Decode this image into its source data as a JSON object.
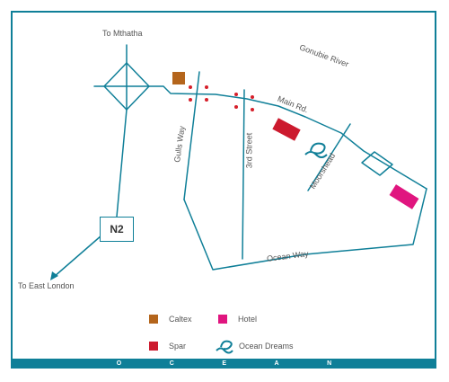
{
  "labels": {
    "to_mthatha": "To Mthatha",
    "to_east_london": "To East London",
    "gonubie_river": "Gonubie River",
    "main_rd": "Main Rd.",
    "gulls_way": "Gulls Way",
    "third_street": "3rd Street",
    "moorshead": "Moorshead",
    "ocean_way": "Ocean Way",
    "n2": "N2"
  },
  "legend": {
    "caltex": "Caltex",
    "hotel": "Hotel",
    "spar": "Spar",
    "ocean_dreams": "Ocean Dreams"
  },
  "ocean_letters": [
    "O",
    "C",
    "E",
    "A",
    "N"
  ],
  "colors": {
    "road": "#0f7f98",
    "caltex": "#b4651c",
    "hotel": "#e0157f",
    "spar": "#cc1a2e",
    "dot": "#d61f2a",
    "frame": "#0f7f98"
  }
}
